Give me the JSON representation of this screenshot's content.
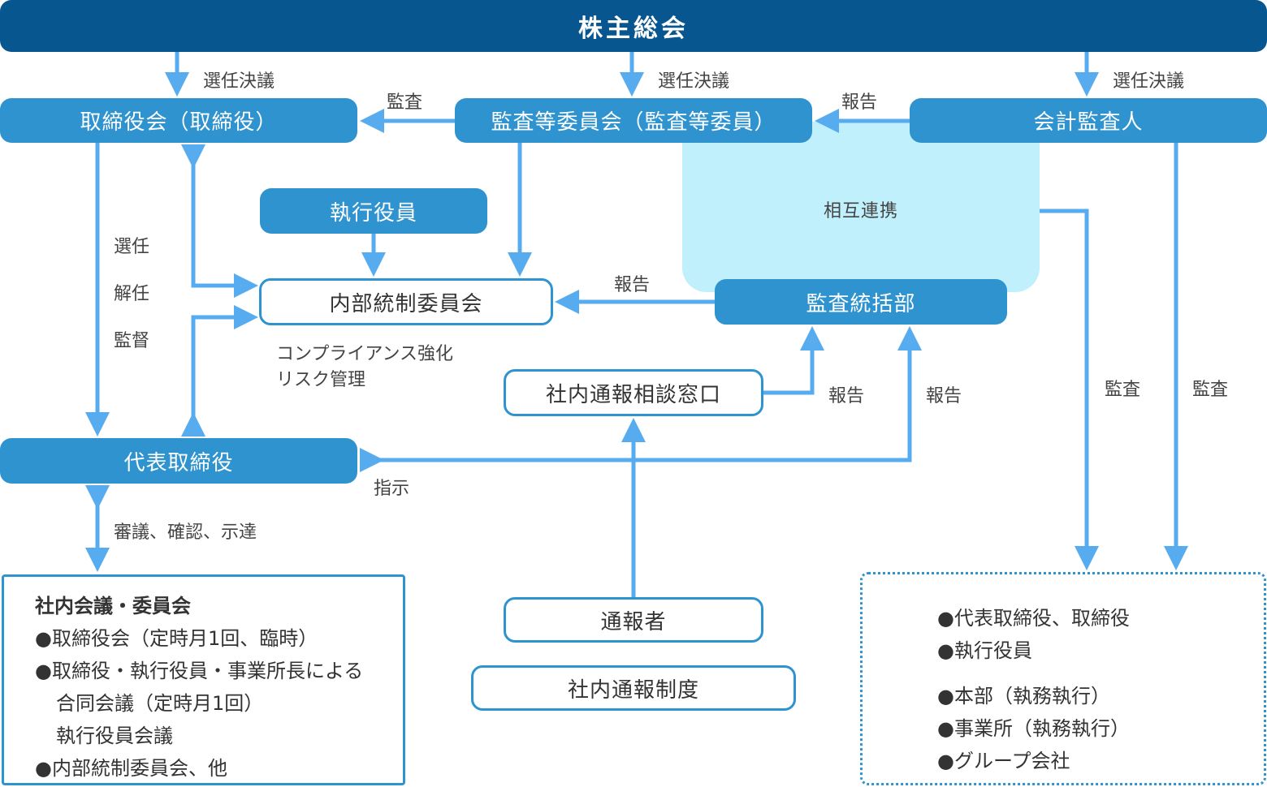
{
  "nodes": {
    "shareholders": "株主総会",
    "board": "取締役会（取締役）",
    "audit_committee": "監査等委員会（監査等委員）",
    "accounting_auditor": "会計監査人",
    "mutual_cooperation": "相互連携",
    "executive_officers": "執行役員",
    "internal_control_committee": "内部統制委員会",
    "audit_department": "監査統括部",
    "hotline": "社内通報相談窓口",
    "representative_director": "代表取締役",
    "reporter": "通報者",
    "whistleblowing_system": "社内通報制度"
  },
  "labels": {
    "election_left": "選任決議",
    "election_center": "選任決議",
    "election_right": "選任決議",
    "audit_to_board": "監査",
    "report_to_audit_committee": "報告",
    "appoint": "選任",
    "dismiss": "解任",
    "supervise": "監督",
    "report_to_icc": "報告",
    "compliance": "コンプライアンス強化",
    "risk": "リスク管理",
    "report_hotline": "報告",
    "report_director": "報告",
    "audit_dept_audit": "監査",
    "auditor_audit": "監査",
    "instruction": "指示",
    "deliberation": "審議、確認、示達"
  },
  "left_panel": {
    "title": "社内会議・委員会",
    "lines": [
      "●取締役会（定時月1回、臨時）",
      "●取締役・執行役員・事業所長による",
      "合同会議（定時月1回）",
      "執行役員会議",
      "●内部統制委員会、他"
    ]
  },
  "right_panel": {
    "lines": [
      "●代表取締役、取締役",
      "●執行役員",
      "●本部（執務執行）",
      "●事業所（執務執行）",
      "●グループ会社"
    ]
  },
  "colors": {
    "dark_blue": "#07568f",
    "mid_blue": "#2f93d0",
    "arrow_blue": "#56acef",
    "cyan": "#bff0fb"
  }
}
